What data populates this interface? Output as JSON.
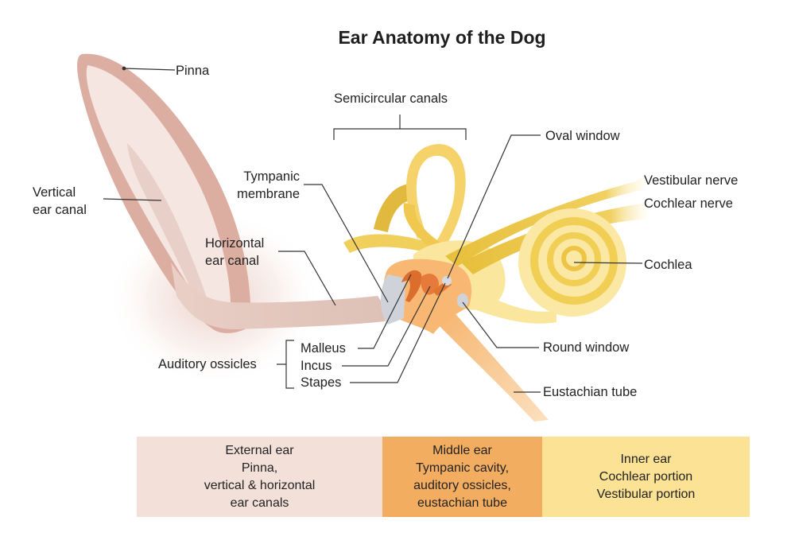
{
  "title": "Ear Anatomy of the Dog",
  "labels": {
    "pinna": "Pinna",
    "vertical_canal": [
      "Vertical",
      "ear canal"
    ],
    "semicircular_canals": "Semicircular canals",
    "oval_window": "Oval window",
    "tympanic_membrane": [
      "Tympanic",
      "membrane"
    ],
    "vestibular_nerve": "Vestibular nerve",
    "cochlear_nerve": "Cochlear nerve",
    "horizontal_canal": [
      "Horizontal",
      "ear canal"
    ],
    "cochlea": "Cochlea",
    "round_window": "Round window",
    "malleus": "Malleus",
    "incus": "Incus",
    "stapes": "Stapes",
    "auditory_ossicles": "Auditory ossicles",
    "eustachian_tube": "Eustachian tube"
  },
  "legend": {
    "external": [
      "External ear",
      "Pinna,",
      "vertical & horizontal",
      "ear canals"
    ],
    "middle": [
      "Middle ear",
      "Tympanic cavity,",
      "auditory ossicles,",
      "eustachian tube"
    ],
    "inner": [
      "Inner ear",
      "Cochlear portion",
      "Vestibular portion"
    ]
  },
  "colors": {
    "external": "#f2e0d9",
    "middle": "#f3ad60",
    "inner": "#fbe294"
  }
}
